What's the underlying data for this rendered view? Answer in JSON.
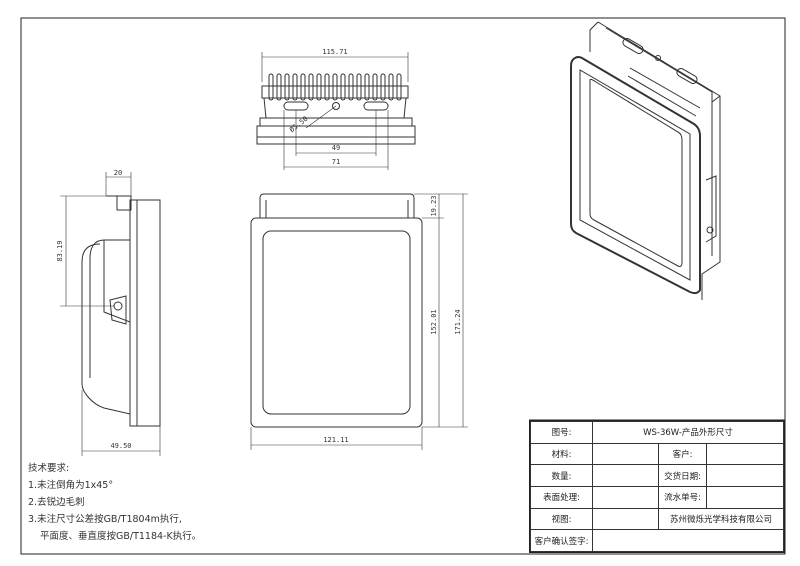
{
  "dimensions": {
    "top_width": "115.71",
    "hole_dia": "Ø5.50",
    "slot_inner": "49",
    "slot_outer": "71",
    "side_depth_top": "20",
    "side_height": "83.19",
    "side_depth": "49.50",
    "front_handle": "19.23",
    "front_inner_h": "152.01",
    "front_total_h": "171.24",
    "front_width": "121.11"
  },
  "notes": {
    "title": "技术要求:",
    "line1": "1.未注倒角为1x45°",
    "line2": "2.去锐边毛刺",
    "line3": "3.未注尺寸公差按GB/T1804m执行,",
    "line4": "平面度、垂直度按GB/T1184-K执行。"
  },
  "title_block": {
    "drawing_no_label": "图号:",
    "drawing_no_value": "WS-36W-产品外形尺寸",
    "material_label": "材料:",
    "material_value": "",
    "customer_label": "客户:",
    "customer_value": "",
    "qty_label": "数量:",
    "qty_value": "",
    "delivery_label": "交货日期:",
    "delivery_value": "",
    "surface_label": "表面处理:",
    "surface_value": "",
    "flow_label": "流水单号:",
    "flow_value": "",
    "view_label": "视图:",
    "company": "苏州微烁光学科技有限公司",
    "confirm_label": "客户确认签字:",
    "confirm_value": ""
  }
}
